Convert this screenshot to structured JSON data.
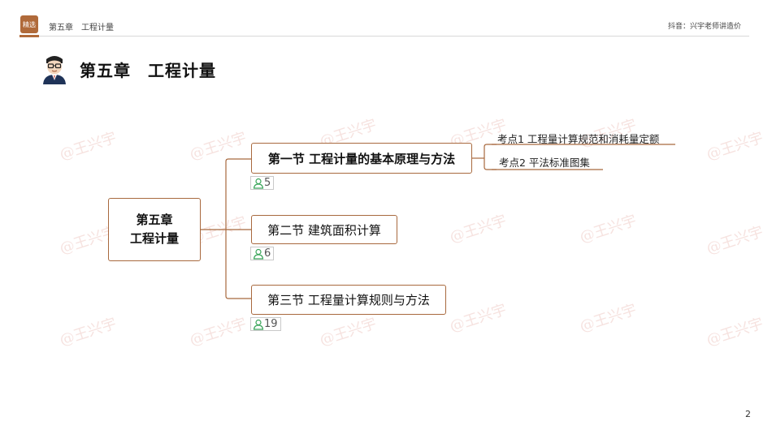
{
  "header": {
    "badge_text": "精选",
    "breadcrumb": "第五章　工程计量",
    "author": "抖音：兴宇老师讲造价"
  },
  "page_title": "第五章　工程计量",
  "mindmap": {
    "root": {
      "line1": "第五章",
      "line2": "工程计量"
    },
    "sections": [
      {
        "label": "第一节 工程计量的基本原理与方法",
        "count": "5"
      },
      {
        "label": "第二节 建筑面积计算",
        "count": "6"
      },
      {
        "label": "第三节 工程量计算规则与方法",
        "count": "19"
      }
    ],
    "key_points": [
      "考点1  工程量计算规范和消耗量定额",
      "考点2  平法标准图集"
    ]
  },
  "watermark_text": "@王兴宇",
  "page_number": "2",
  "colors": {
    "accent": "#b06a3a",
    "node_border": "#a8693e",
    "counter_icon": "#3aa55a"
  }
}
